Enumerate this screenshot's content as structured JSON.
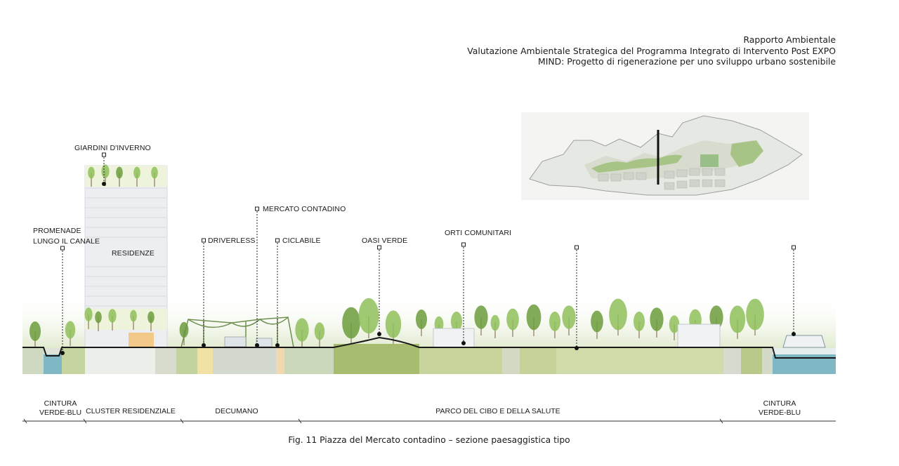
{
  "header": {
    "line1": "Rapporto Ambientale",
    "line2": "Valutazione Ambientale Strategica del Programma Integrato di Intervento Post EXPO",
    "line3": "MIND: Progetto di rigenerazione per uno sviluppo urbano sostenibile"
  },
  "labels": {
    "giardini": "GIARDINI D'INVERNO",
    "mercato": "MERCATO CONTADINO",
    "promenade1": "PROMENADE",
    "promenade2": "LUNGO IL CANALE",
    "residenze": "RESIDENZE",
    "driverless": "DRIVERLESS",
    "ciclabile": "CICLABILE",
    "oasi": "OASI VERDE",
    "orti": "ORTI COMUNITARI"
  },
  "zones": {
    "cintura_left_1": "CINTURA",
    "cintura_left_2": "VERDE-BLU",
    "cluster": "CLUSTER RESIDENZIALE",
    "decumano": "DECUMANO",
    "parco": "PARCO DEL CIBO E DELLA SALUTE",
    "cintura_right_1": "CINTURA",
    "cintura_right_2": "VERDE-BLU"
  },
  "caption": "Fig. 11  Piazza del Mercato contadino – sezione paesaggistica tipo",
  "colors": {
    "ground_green": "#b8c98e",
    "dark_green": "#93a95c",
    "water": "#7fb8c4",
    "tree": "#8fbf5a",
    "tree_dark": "#6c9c3c",
    "building": "#e9ecef"
  }
}
